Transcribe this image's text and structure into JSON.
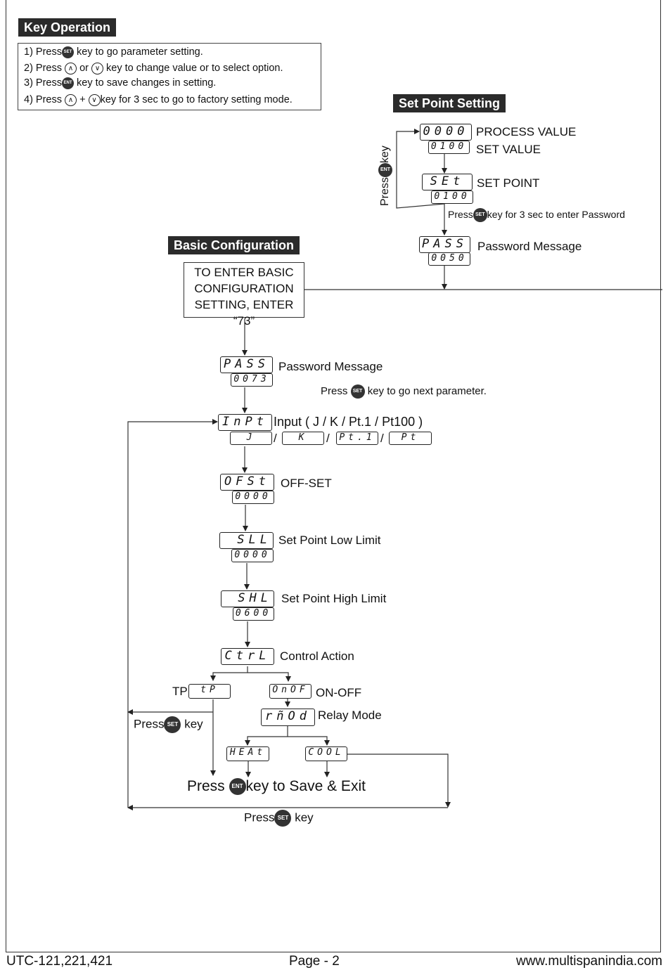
{
  "key_operation": {
    "title": "Key Operation",
    "line1_a": "1)  Press",
    "line1_b": " key to go parameter setting.",
    "line2_a": "2)  Press",
    "line2_b": "or",
    "line2_c": " key to change value or to select option.",
    "line3_a": "3)  Press",
    "line3_b": "key to save changes in setting.",
    "line4_a": "4)  Press",
    "line4_b": "+",
    "line4_c": "key for 3 sec to go to factory setting mode."
  },
  "keys": {
    "set": "SET",
    "ent": "ENT",
    "up": "up-arrow-key",
    "down": "down-arrow-key",
    "up_glyph": "∧",
    "down_glyph": "∨"
  },
  "set_point": {
    "title": "Set Point Setting",
    "pv_display": "0000",
    "pv_label": "PROCESS VALUE",
    "sv_display": "0100",
    "sv_label": "SET VALUE",
    "set_display": "SEt",
    "set_label": "SET POINT",
    "set_value": "0100",
    "press_ent_a": "Press",
    "press_ent_b": "key",
    "hold_a": "Press",
    "hold_b": "key for 3 sec to enter Password",
    "pass_display": "PASS",
    "pass_value": "0050",
    "pass_label": "Password Message"
  },
  "basic": {
    "title": "Basic Configuration",
    "cfg_line1": "TO ENTER BASIC",
    "cfg_line2": "CONFIGURATION",
    "cfg_line3": "SETTING, ENTER “73”",
    "pass_display": "PASS",
    "pass_value": "0073",
    "pass_label": "Password Message",
    "next_a": "Press",
    "next_b": "key to go next parameter.",
    "inpt_display": "InPt",
    "inpt_label": "Input ( J / K / Pt.1 / Pt100 )",
    "inpt_opts": [
      "J",
      "K",
      "Pt.1",
      "Pt"
    ],
    "slash": "/",
    "ofst_display": "OFSt",
    "ofst_value": "0000",
    "ofst_label": "OFF-SET",
    "sll_display": "SLL",
    "sll_value": "0000",
    "sll_label": "Set Point Low Limit",
    "shl_display": "SHL",
    "shl_value": "0600",
    "shl_label": "Set Point High Limit",
    "ctrl_display": "CtrL",
    "ctrl_label": "Control Action",
    "tp_label": "TP",
    "tp_display": "tP",
    "onof_display": "OnOF",
    "onof_label": "ON-OFF",
    "mod_display": "rñOd",
    "mod_label": "Relay Mode",
    "heat_display": "HEAt",
    "cool_display": "COOL",
    "press_set_a": "Press",
    "press_set_b": "key",
    "save_a": "Press",
    "save_b": "key to Save & Exit",
    "bottom_a": "Press",
    "bottom_b": "key"
  },
  "footer": {
    "model": "UTC-121,221,421",
    "page": "Page - 2",
    "website": "www.multispanindia.com"
  }
}
